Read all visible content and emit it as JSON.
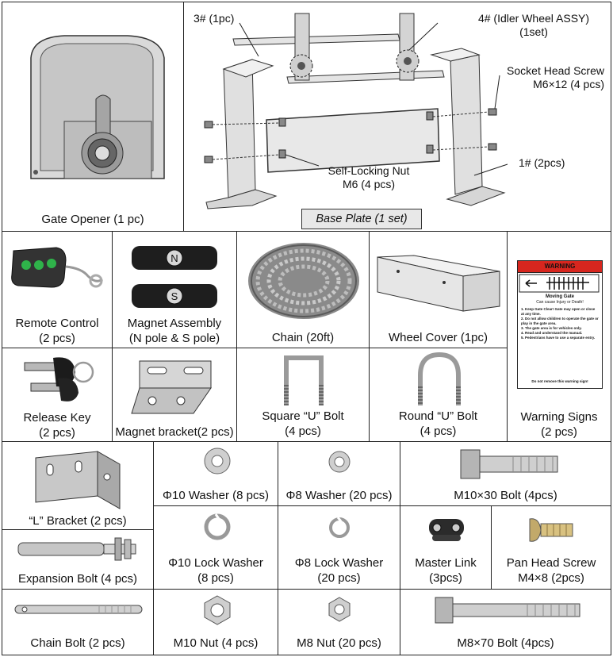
{
  "top": {
    "gate_opener": "Gate Opener (1 pc)",
    "base_plate": "Base Plate (1 set)",
    "parts": {
      "p3": "3# (1pc)",
      "p4_line1": "4# (Idler Wheel ASSY)",
      "p4_line2": "(1set)",
      "screw_line1": "Socket Head Screw",
      "screw_line2": "M6×12 (4 pcs)",
      "p1": "1# (2pcs)",
      "nut_line1": "Self-Locking Nut",
      "nut_line2": "M6 (4 pcs)"
    }
  },
  "row2": {
    "remote": [
      "Remote Control",
      "(2 pcs)"
    ],
    "magnet": [
      "Magnet Assembly",
      "(N pole & S pole)"
    ],
    "chain": [
      "Chain (20ft)"
    ],
    "cover": [
      "Wheel Cover (1pc)"
    ]
  },
  "row3": {
    "key": [
      "Release Key",
      "(2 pcs)"
    ],
    "mbracket": [
      "Magnet bracket(2 pcs)"
    ],
    "square_u": [
      "Square “U” Bolt",
      "(4 pcs)"
    ],
    "round_u": [
      "Round “U” Bolt",
      "(4 pcs)"
    ]
  },
  "warning": {
    "label": [
      "Warning Signs",
      "(2 pcs)"
    ],
    "sign_header": "WARNING",
    "sign_title": "Moving Gate",
    "sign_sub": "Can cause Injury or Death!",
    "sign_lines": [
      "1. Keep Gate Clear! Gate may open or close at any time.",
      "2. Do not allow children to operate the gate or play in the gate area.",
      "3. The gate area is for vehicles only.",
      "4. Read and understand the manual.",
      "5. Pedestrians have to use a separate entry."
    ],
    "sign_footer": "Do not remove this warning sign!"
  },
  "row4": {
    "l_bracket": [
      "“L” Bracket (2 pcs)"
    ],
    "washer10": [
      "Φ10 Washer (8 pcs)"
    ],
    "washer8": [
      "Φ8 Washer (20 pcs)"
    ],
    "m10bolt": [
      "M10×30 Bolt (4pcs)"
    ],
    "expansion": [
      "Expansion Bolt (4 pcs)"
    ],
    "lock10": [
      "Φ10 Lock Washer",
      "(8 pcs)"
    ],
    "lock8": [
      "Φ8 Lock Washer",
      "(20 pcs)"
    ],
    "master": [
      "Master Link",
      "(3pcs)"
    ],
    "panhead": [
      "Pan Head Screw",
      "M4×8 (2pcs)"
    ]
  },
  "row5": {
    "chainbolt": [
      "Chain Bolt (2 pcs)"
    ],
    "m10nut": [
      "M10 Nut (4 pcs)"
    ],
    "m8nut": [
      "M8 Nut (20 pcs)"
    ],
    "m8bolt": [
      "M8×70 Bolt (4pcs)"
    ]
  },
  "magnet_letters": [
    "N",
    "S"
  ]
}
